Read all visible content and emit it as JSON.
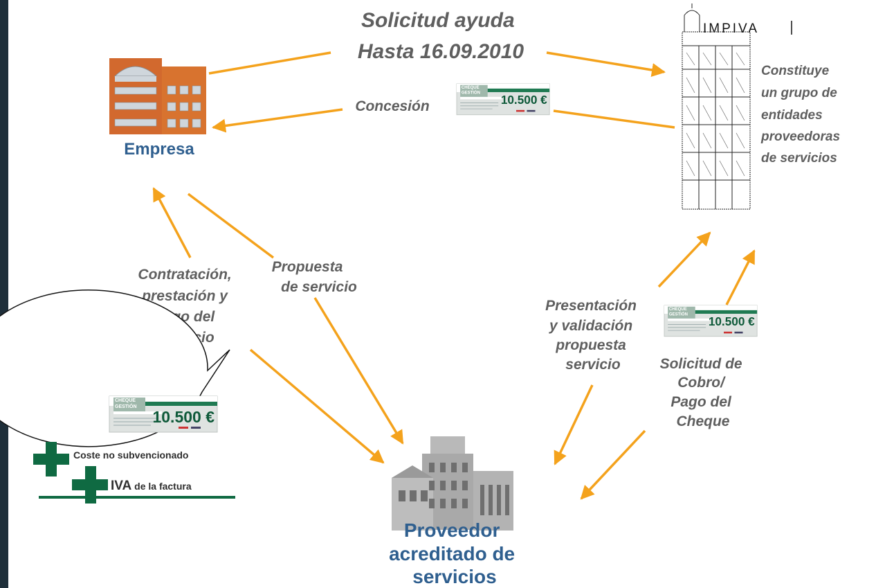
{
  "title": {
    "line1": "Solicitud ayuda",
    "line2": "Hasta 16.09.2010"
  },
  "nodes": {
    "empresa": "Empresa",
    "impiva_logo": "IMPIVA",
    "impiva_desc": [
      "Constituye",
      "un grupo de",
      "entidades",
      "proveedoras",
      "de servicios"
    ],
    "proveedor": [
      "Proveedor",
      "acreditado de",
      "servicios"
    ]
  },
  "flows": {
    "concesion": "Concesión",
    "contratacion": [
      "Contratación,",
      "prestación y",
      "pago del",
      "servicio"
    ],
    "propuesta": [
      "Propuesta",
      "de servicio"
    ],
    "presentacion": [
      "Presentación",
      "y validación",
      "propuesta",
      "servicio"
    ],
    "solicitud_cobro": [
      "Solicitud de",
      "Cobro/",
      "Pago del",
      "Cheque"
    ]
  },
  "cheque": {
    "title_line1": "CHEQUE",
    "title_line2": "GESTIÓN",
    "amount": "10.500 €"
  },
  "bubble": {
    "item1": "Coste no subvencionado",
    "item2_strong": "IVA",
    "item2_rest": " de la factura"
  },
  "colors": {
    "arrow": "#f4a21c",
    "node_text": "#2f5f8f",
    "label_text": "#5f5f5f",
    "plus": "#0f6a42",
    "frame": "#1f2f3a"
  }
}
